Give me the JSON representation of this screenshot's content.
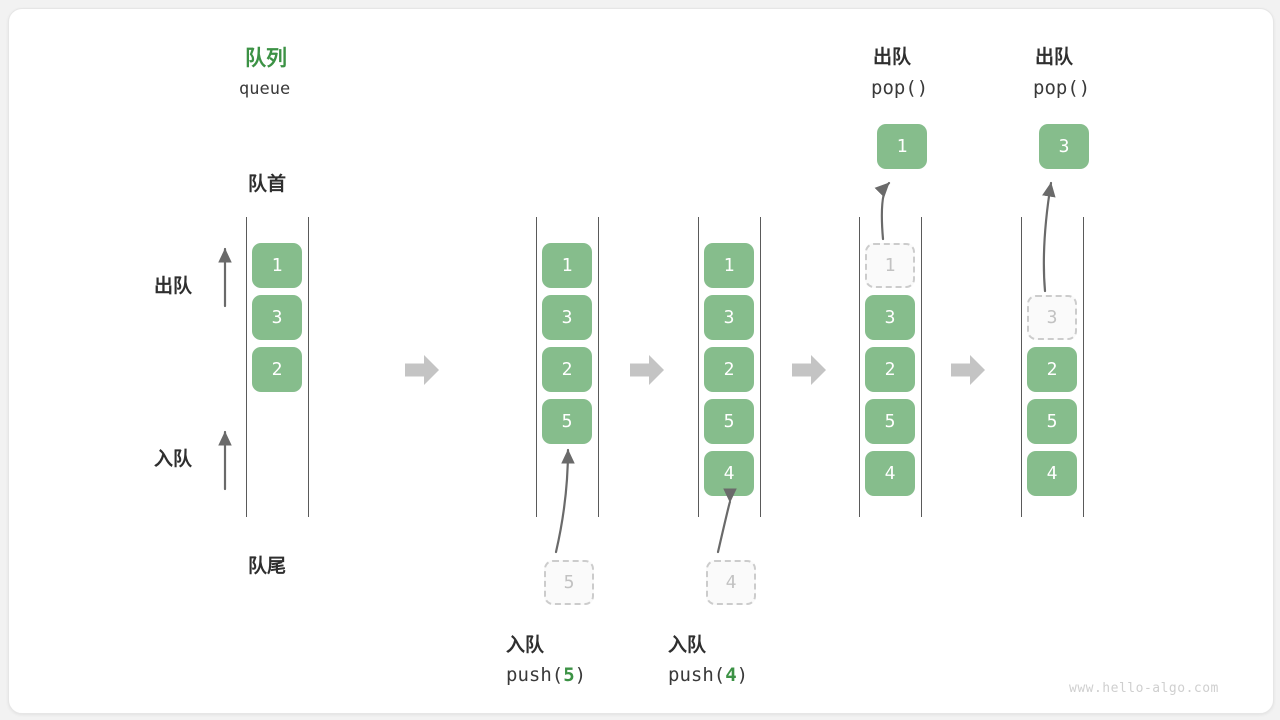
{
  "meta": {
    "watermark": "www.hello-algo.com",
    "colors": {
      "green_fill": "#86bd8c",
      "green_text": "#3c9245",
      "ghost_border": "#cccccc",
      "ghost_text": "#c2c2c2",
      "arrow_gray": "#c4c4c4",
      "rail": "#5a5a5a",
      "text_dark": "#2f2f2f"
    }
  },
  "title": {
    "cn": "队列",
    "en": "queue"
  },
  "labels": {
    "front": "队首",
    "rear": "队尾",
    "dequeue": "出队",
    "enqueue": "入队"
  },
  "panels": [
    {
      "id": "initial",
      "cells": [
        {
          "value": "1",
          "state": "filled",
          "slot": 0
        },
        {
          "value": "3",
          "state": "filled",
          "slot": 1
        },
        {
          "value": "2",
          "state": "filled",
          "slot": 2
        }
      ],
      "caption_cn": "",
      "caption_code": "",
      "caption_code_arg": "",
      "incoming": null,
      "popped": null,
      "pop_title_cn": "",
      "pop_title_code": ""
    },
    {
      "id": "push-5",
      "cells": [
        {
          "value": "1",
          "state": "filled",
          "slot": 0
        },
        {
          "value": "3",
          "state": "filled",
          "slot": 1
        },
        {
          "value": "2",
          "state": "filled",
          "slot": 2
        },
        {
          "value": "5",
          "state": "filled",
          "slot": 3
        }
      ],
      "caption_cn": "入队",
      "caption_code": "push(",
      "caption_code_arg": "5",
      "caption_code_tail": ")",
      "incoming": {
        "value": "5"
      },
      "popped": null,
      "pop_title_cn": "",
      "pop_title_code": ""
    },
    {
      "id": "push-4",
      "cells": [
        {
          "value": "1",
          "state": "filled",
          "slot": 0
        },
        {
          "value": "3",
          "state": "filled",
          "slot": 1
        },
        {
          "value": "2",
          "state": "filled",
          "slot": 2
        },
        {
          "value": "5",
          "state": "filled",
          "slot": 3
        },
        {
          "value": "4",
          "state": "filled",
          "slot": 4
        }
      ],
      "caption_cn": "入队",
      "caption_code": "push(",
      "caption_code_arg": "4",
      "caption_code_tail": ")",
      "incoming": {
        "value": "4"
      },
      "popped": null,
      "pop_title_cn": "",
      "pop_title_code": ""
    },
    {
      "id": "pop-1",
      "cells": [
        {
          "value": "1",
          "state": "ghost",
          "slot": 0
        },
        {
          "value": "3",
          "state": "filled",
          "slot": 1
        },
        {
          "value": "2",
          "state": "filled",
          "slot": 2
        },
        {
          "value": "5",
          "state": "filled",
          "slot": 3
        },
        {
          "value": "4",
          "state": "filled",
          "slot": 4
        }
      ],
      "caption_cn": "",
      "caption_code": "",
      "caption_code_arg": "",
      "incoming": null,
      "popped": {
        "value": "1"
      },
      "pop_title_cn": "出队",
      "pop_title_code": "pop()"
    },
    {
      "id": "pop-3",
      "cells": [
        {
          "value": "3",
          "state": "ghost",
          "slot": 1
        },
        {
          "value": "2",
          "state": "filled",
          "slot": 2
        },
        {
          "value": "5",
          "state": "filled",
          "slot": 3
        },
        {
          "value": "4",
          "state": "filled",
          "slot": 4
        }
      ],
      "caption_cn": "",
      "caption_code": "",
      "caption_code_arg": "",
      "incoming": null,
      "popped": {
        "value": "3"
      },
      "pop_title_cn": "出队",
      "pop_title_code": "pop()"
    }
  ]
}
